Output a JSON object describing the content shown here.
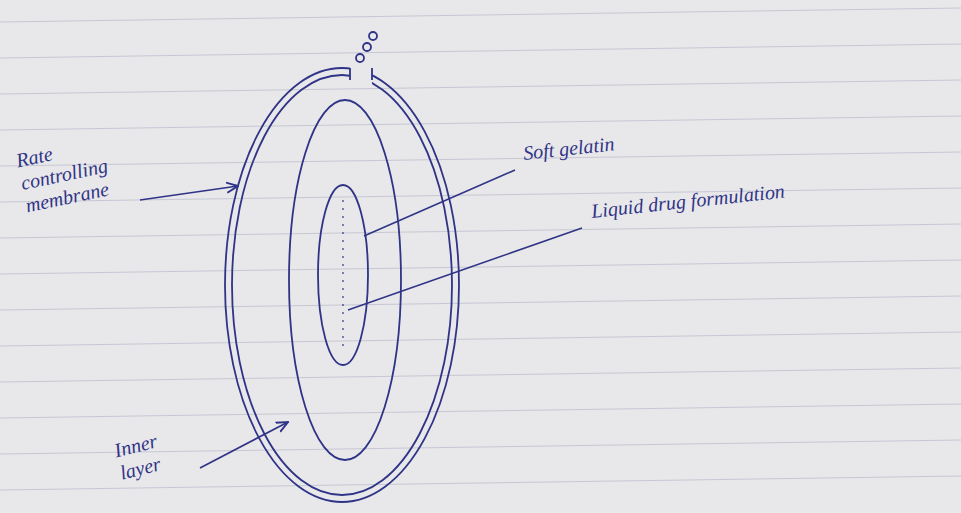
{
  "diagram": {
    "labels": [
      "Rate controlling membrane",
      "Soft gelatin",
      "Liquid drug formulation",
      "Inner layer"
    ]
  }
}
